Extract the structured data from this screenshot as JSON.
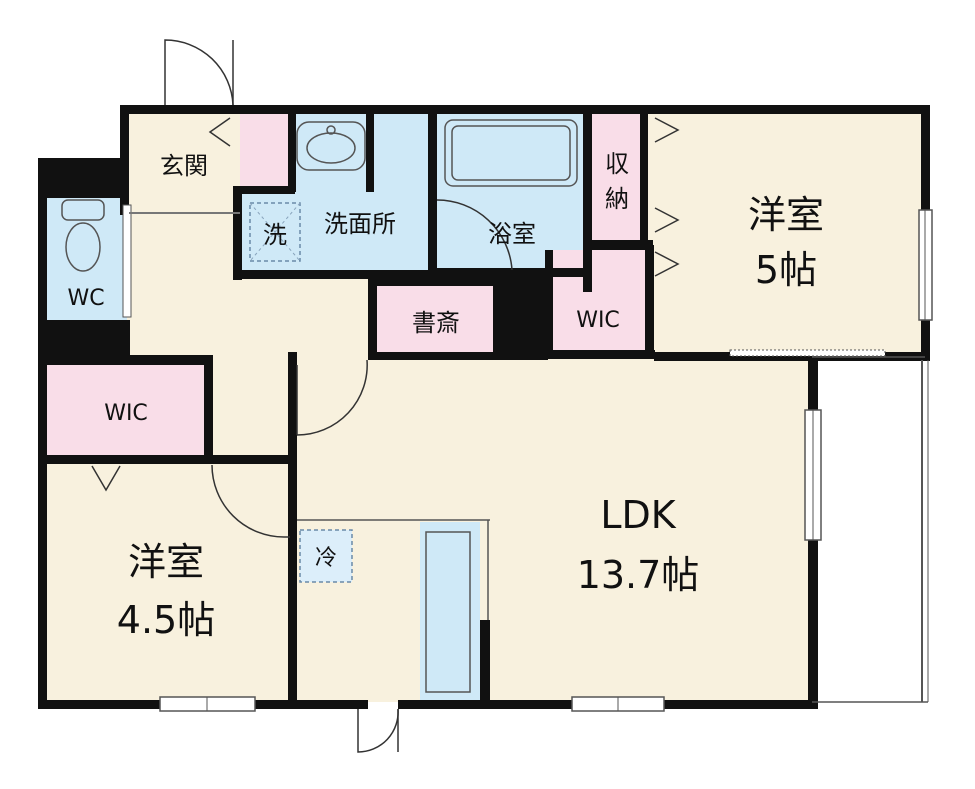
{
  "colors": {
    "wall": "#111111",
    "room_cream": "#f8f1de",
    "room_pink": "#f9dde8",
    "room_blue": "#cfe9f7",
    "background": "#ffffff"
  },
  "rooms": {
    "genkan": "玄関",
    "wc": "WC",
    "washroom": "洗面所",
    "washer": "洗",
    "bath": "浴室",
    "storage_line1": "収",
    "storage_line2": "納",
    "western5_name": "洋室",
    "western5_size": "5帖",
    "study": "書斎",
    "wic_right": "WIC",
    "wic_left": "WIC",
    "western45_name": "洋室",
    "western45_size": "4.5帖",
    "fridge": "冷",
    "ldk_name": "LDK",
    "ldk_size": "13.7帖"
  }
}
